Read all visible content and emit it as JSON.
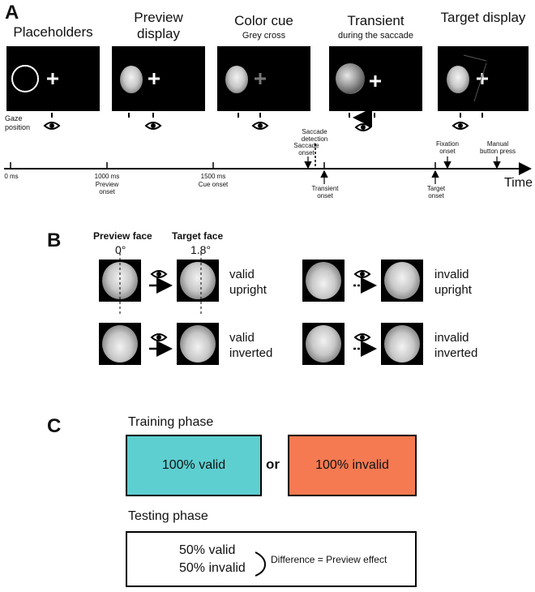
{
  "panel_a": {
    "letter": "A",
    "stages": [
      {
        "title": "Placeholders",
        "subtitle": ""
      },
      {
        "title": "Preview display",
        "subtitle": ""
      },
      {
        "title": "Color cue",
        "subtitle": "Grey cross"
      },
      {
        "title": "Transient",
        "subtitle": "during the saccade"
      },
      {
        "title": "Target display",
        "subtitle": ""
      }
    ],
    "gaze_label": "Gaze position",
    "timeline": {
      "axis_label": "Time",
      "below_ticks": [
        {
          "time": "0 ms",
          "event": ""
        },
        {
          "time": "1000 ms",
          "event": "Preview onset"
        },
        {
          "time": "1500 ms",
          "event": "Cue onset"
        }
      ],
      "events": {
        "saccade_onset": "Saccade onset",
        "saccade_detection": "Saccade detection",
        "transient_onset": "Transient onset",
        "target_onset": "Target onset",
        "fixation_onset": "Fixation onset",
        "manual_press": "Manual button press"
      }
    }
  },
  "panel_b": {
    "letter": "B",
    "preview_face": "Preview face",
    "target_face": "Target face",
    "preview_angle": "0°",
    "target_angle": "1.8°",
    "conditions": [
      {
        "line1": "valid",
        "line2": "upright"
      },
      {
        "line1": "invalid",
        "line2": "upright"
      },
      {
        "line1": "valid",
        "line2": "inverted"
      },
      {
        "line1": "invalid",
        "line2": "inverted"
      }
    ]
  },
  "panel_c": {
    "letter": "C",
    "training_label": "Training phase",
    "valid_box": "100% valid",
    "or_label": "or",
    "invalid_box": "100% invalid",
    "testing_label": "Testing phase",
    "testing_valid": "50% valid",
    "testing_invalid": "50% invalid",
    "difference": "Difference = Preview effect",
    "colors": {
      "valid": "#5ecfd0",
      "invalid": "#f57a52"
    }
  }
}
